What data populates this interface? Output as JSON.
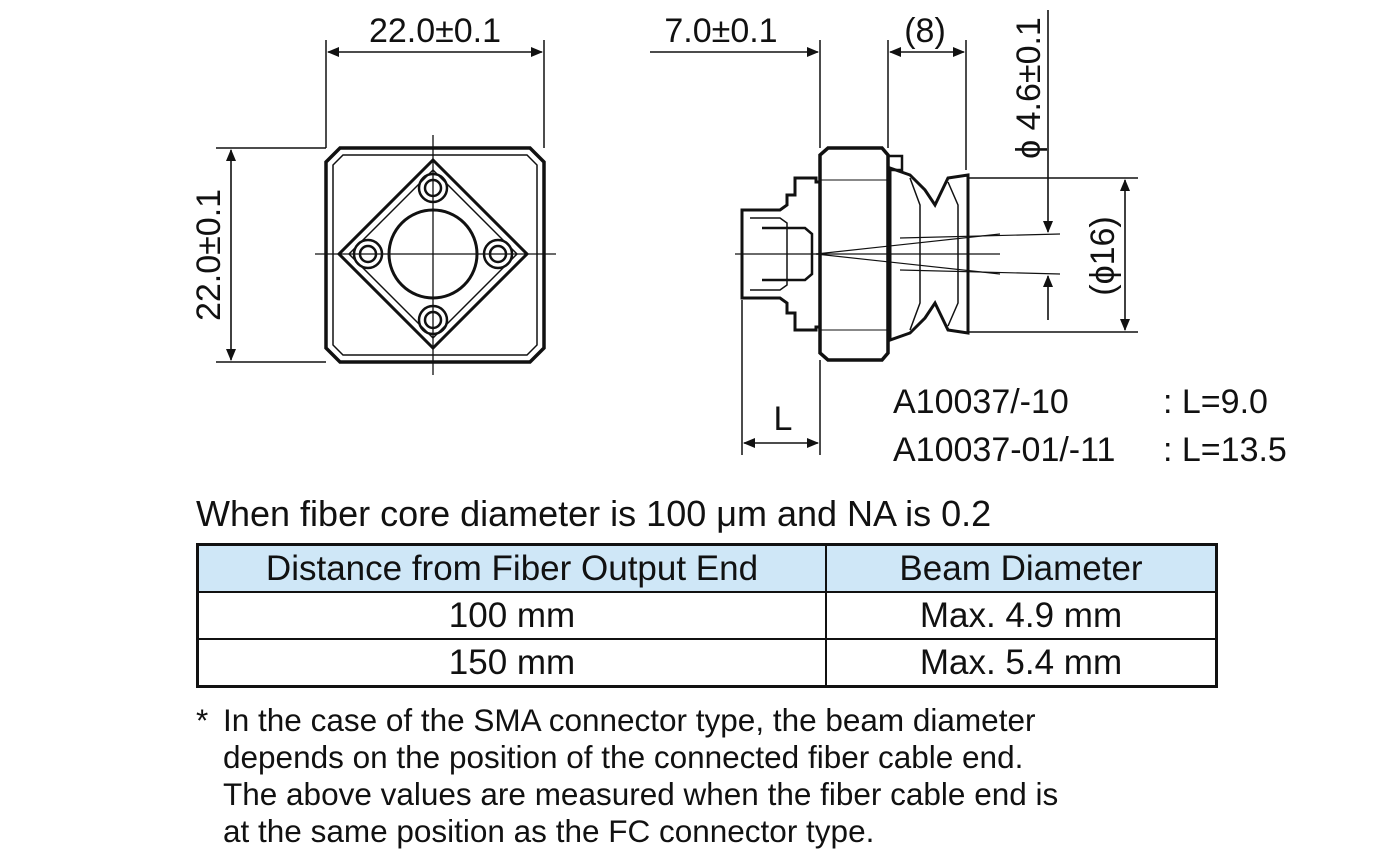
{
  "front_view": {
    "width_label": "22.0±0.1",
    "height_label": "22.0±0.1"
  },
  "side_view": {
    "length_label": "7.0±0.1",
    "ref_length_label": "(8)",
    "bore_label": "ϕ 4.6±0.1",
    "outer_diameter_label": "(ϕ16)",
    "l_label": "L"
  },
  "models": [
    {
      "name": "A10037/-10",
      "value": ": L=9.0"
    },
    {
      "name": "A10037-01/-11",
      "value": ": L=13.5"
    }
  ],
  "caption": "When fiber core diameter is 100 μm and NA is 0.2",
  "table": {
    "headers": [
      "Distance from Fiber Output End",
      "Beam Diameter"
    ],
    "rows": [
      [
        "100 mm",
        "Max. 4.9 mm"
      ],
      [
        "150 mm",
        "Max. 5.4 mm"
      ]
    ]
  },
  "footnote": {
    "mark": "*",
    "lines": [
      "In the case of the SMA connector type, the beam diameter",
      "depends on the position of the connected fiber cable end.",
      "The above values are measured when the fiber cable end is",
      "at the same position as the FC connector type."
    ]
  },
  "colors": {
    "table_header_bg": "#cfe7f7",
    "line": "#111111"
  }
}
